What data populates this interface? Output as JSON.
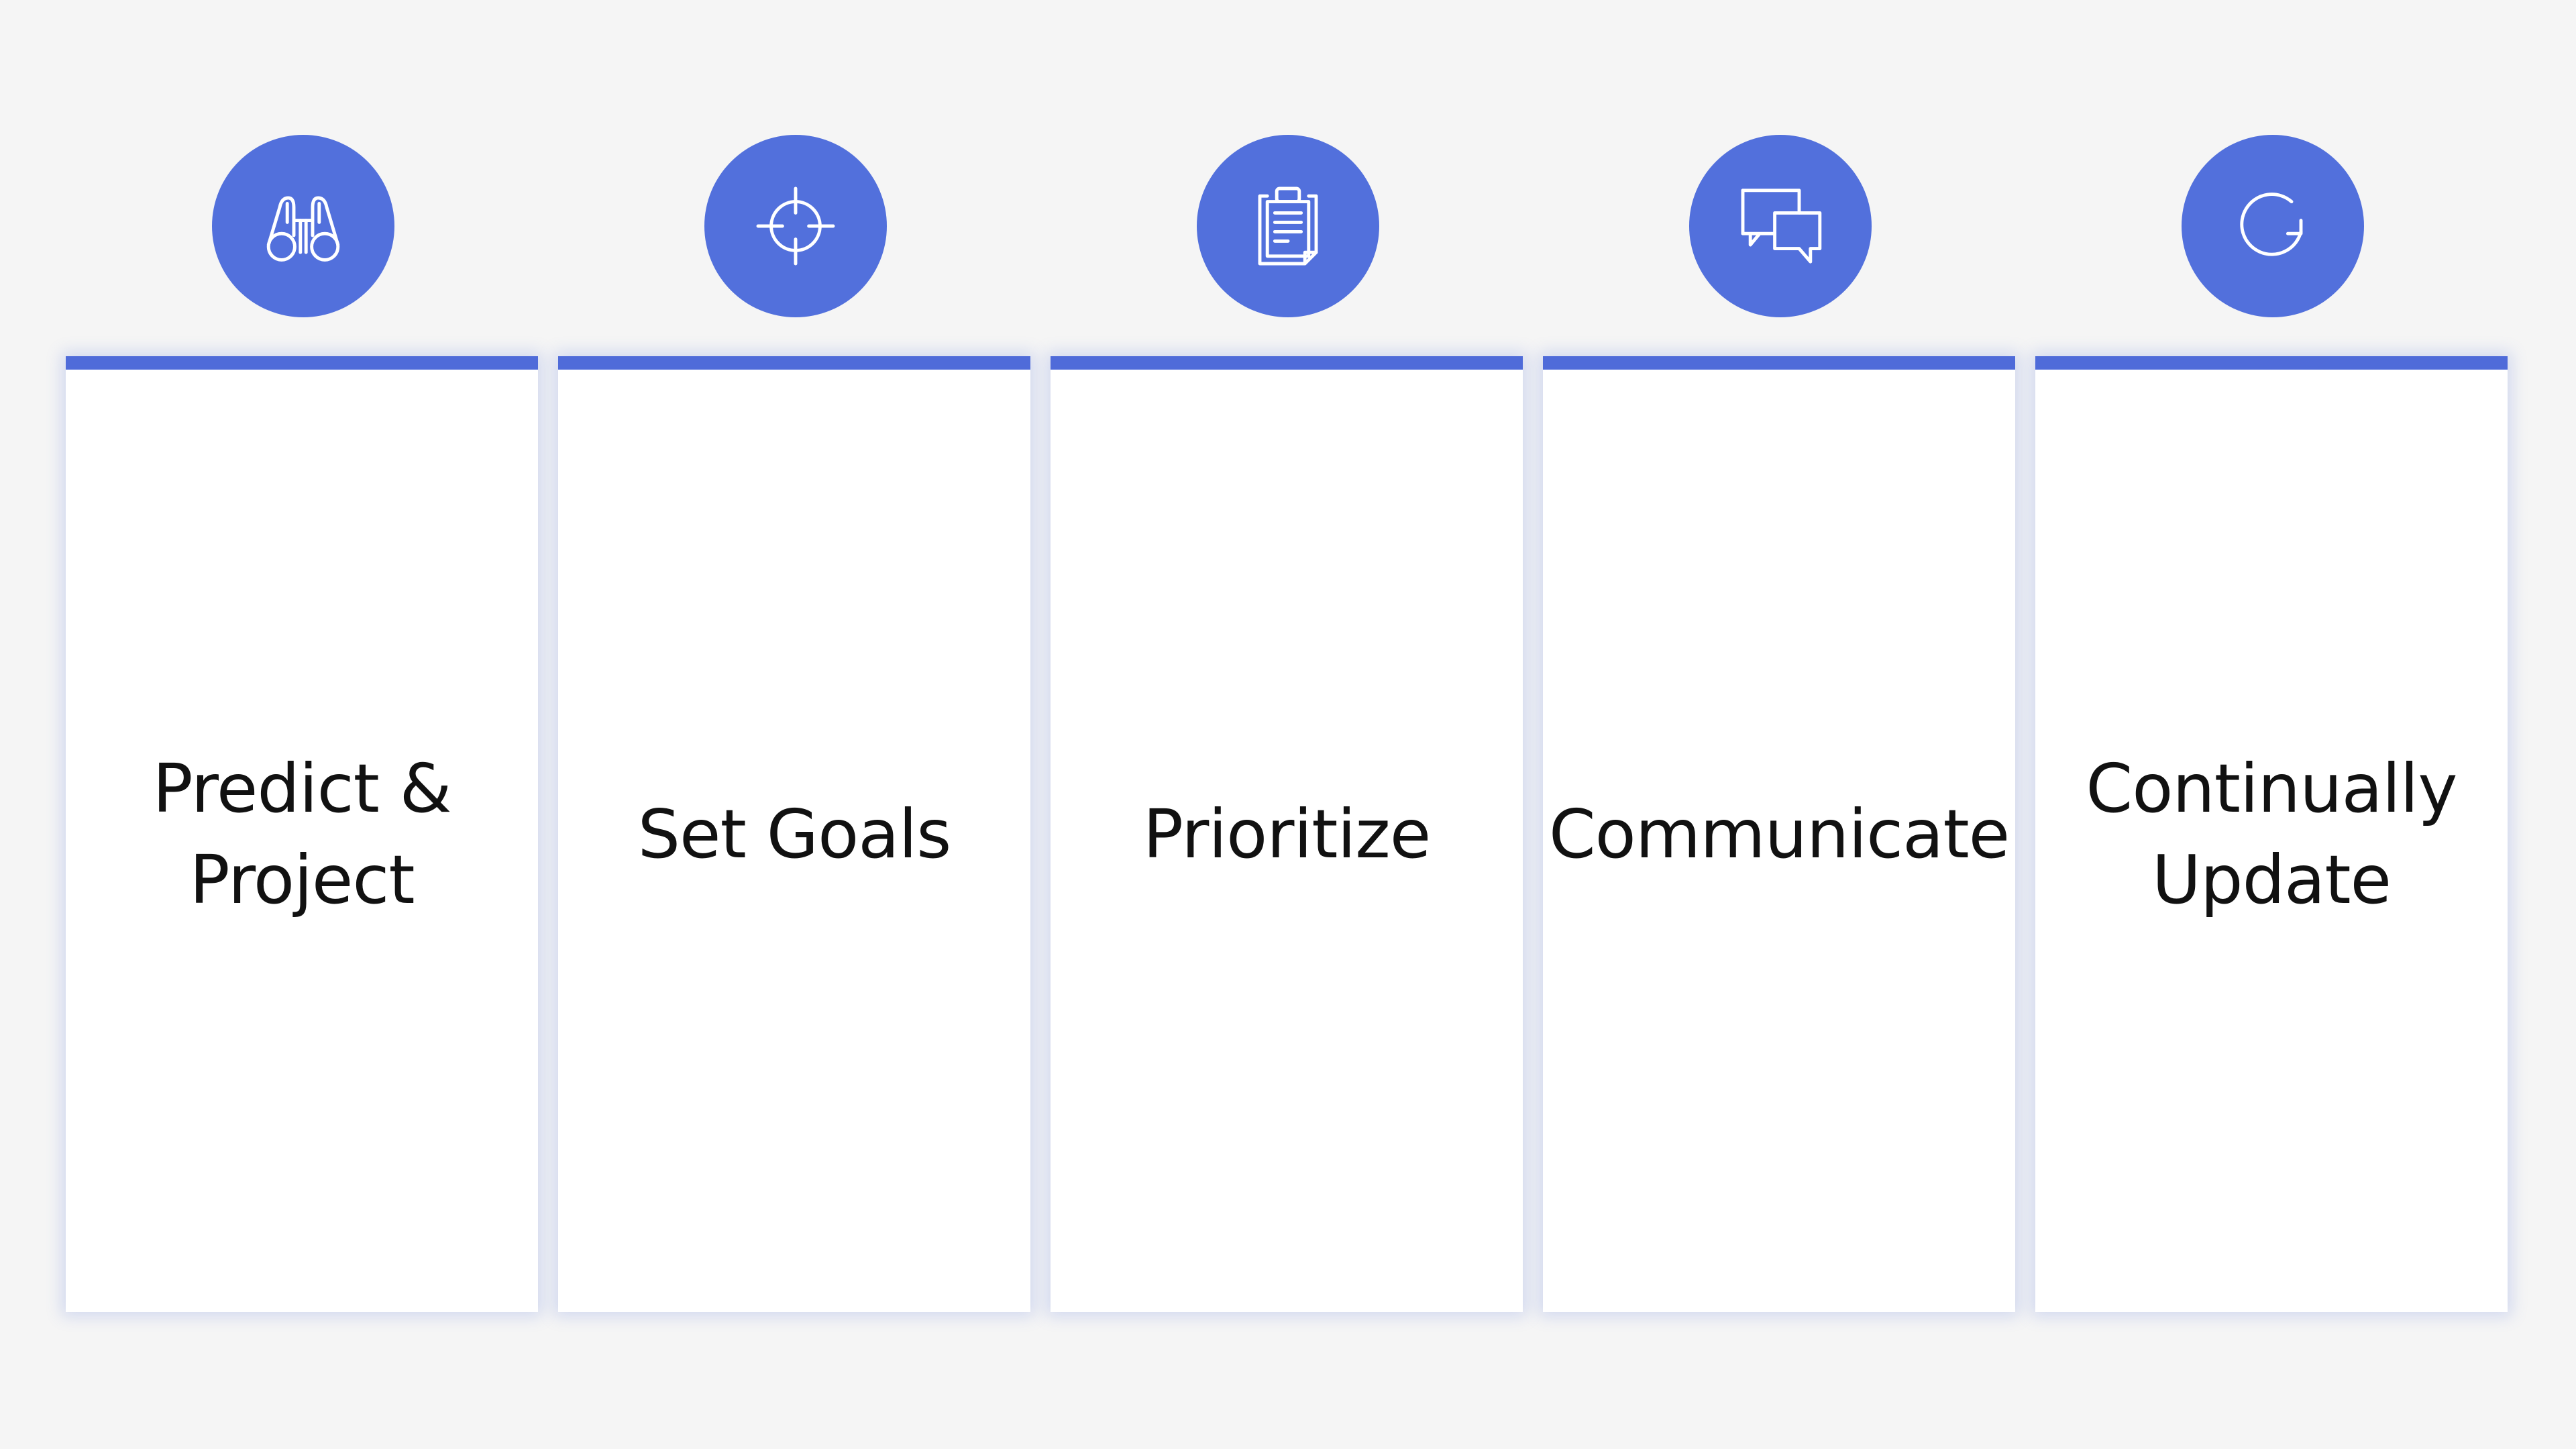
{
  "colors": {
    "background": "#f5f5f5",
    "accent": "#5270dc",
    "card_top_border": "#4f6bd9",
    "card": "#ffffff",
    "text": "#111111"
  },
  "steps": [
    {
      "icon": "binoculars-icon",
      "label": "Predict & Project"
    },
    {
      "icon": "crosshair-icon",
      "label": "Set Goals"
    },
    {
      "icon": "clipboard-icon",
      "label": "Prioritize"
    },
    {
      "icon": "chat-bubbles-icon",
      "label": "Communicate"
    },
    {
      "icon": "refresh-icon",
      "label": "Continually Update"
    }
  ]
}
